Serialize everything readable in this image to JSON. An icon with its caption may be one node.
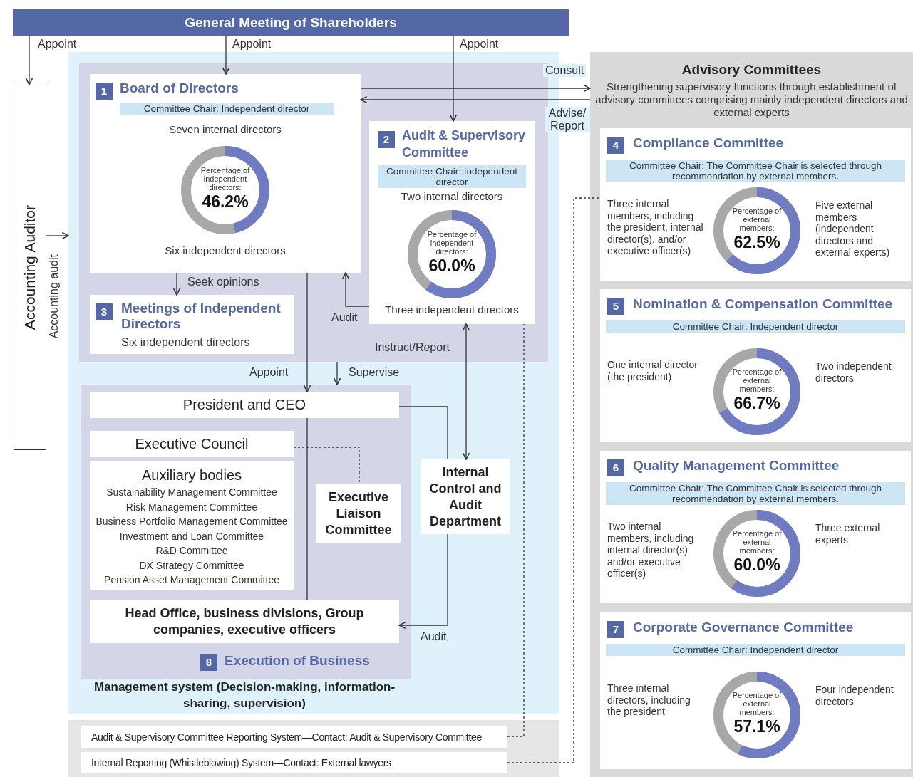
{
  "diagram": {
    "nodes": [
      {
        "text": [
          "General Meeting of Shareholders"
        ]
      },
      {
        "text": [
          "Accounting Auditor"
        ]
      },
      {
        "text": [
          "Management system (Decision-making, information-sharing, supervision)"
        ]
      },
      {
        "text": [],
        "shape": "box",
        "in": 2
      },
      {
        "text": [
          "1",
          "Board of Directors",
          "Committee Chair: Independent director",
          "Seven internal directors",
          "Percentage of independent directors:",
          "46.2%",
          "Six independent directors"
        ],
        "in": 3
      },
      {
        "text": [
          "2",
          "Audit & Supervisory Committee",
          "Committee Chair: Independent director",
          "Two internal directors",
          "Percentage of independent directors:",
          "60.0%",
          "Three independent directors"
        ],
        "in": 3
      },
      {
        "text": [
          "3",
          "Meetings of Independent Directors",
          "Six independent directors"
        ],
        "in": 3
      },
      {
        "text": [
          "8",
          "Execution of Business"
        ],
        "in": 2
      },
      {
        "text": [
          "President and CEO"
        ],
        "in": 7
      },
      {
        "text": [
          "Executive Council"
        ],
        "in": 7
      },
      {
        "text": [
          "Auxiliary bodies",
          "Sustainability Management Committee",
          "Risk Management Committee",
          "Business Portfolio Management Committee",
          "Investment and Loan Committee",
          "R&D Committee",
          "DX Strategy Committee",
          "Pension Asset Management Committee"
        ],
        "in": 7
      },
      {
        "text": [
          "Executive Liaison Committee"
        ],
        "in": 7
      },
      {
        "text": [
          "Head Office, business divisions, Group companies, executive officers"
        ],
        "in": 7
      },
      {
        "text": [
          "Internal Control and Audit Department"
        ],
        "in": 2
      },
      {
        "text": [
          "Advisory Committees",
          "Strengthening supervisory functions through establishment of advisory committees comprising mainly independent directors and external experts"
        ]
      },
      {
        "text": [
          "4",
          "Compliance Committee",
          "Committee Chair: The Committee Chair is selected through recommendation by external members.",
          "Three internal members, including the president, internal director(s), and/or executive officer(s)",
          "Percentage of external members:",
          "62.5%",
          "Five external members (independent directors and external experts)"
        ],
        "in": 14
      },
      {
        "text": [
          "5",
          "Nomination & Compensation Committee",
          "Committee Chair: Independent director",
          "One internal director (the president)",
          "Percentage of external members:",
          "66.7%",
          "Two independent directors"
        ],
        "in": 14
      },
      {
        "text": [
          "6",
          "Quality Management Committee",
          "Committee Chair: The Committee Chair is selected through recommendation by external members.",
          "Two internal members, including internal director(s) and/or executive officer(s)",
          "Percentage of external members:",
          "60.0%",
          "Three external experts"
        ],
        "in": 14
      },
      {
        "text": [
          "7",
          "Corporate Governance Committee",
          "Committee Chair: Independent director",
          "Three internal directors, including the president",
          "Percentage of external members:",
          "57.1%",
          "Four independent directors"
        ],
        "in": 14
      },
      {
        "text": [],
        "shape": "box"
      },
      {
        "text": [
          "Audit & Supervisory Committee Reporting System—Contact: Audit & Supervisory Committee"
        ],
        "in": 19
      },
      {
        "text": [
          "Internal Reporting (Whistleblowing) System—Contact: External lawyers"
        ],
        "in": 19
      }
    ],
    "edges": [
      {
        "from": 0,
        "to": 1,
        "arrow": "to",
        "label": "Appoint"
      },
      {
        "from": 0,
        "to": 4,
        "arrow": "to",
        "label": "Appoint"
      },
      {
        "from": 0,
        "to": 5,
        "arrow": "to",
        "label": "Appoint"
      },
      {
        "from": 4,
        "to": 14,
        "arrow": "to",
        "label": "Consult"
      },
      {
        "from": 14,
        "to": 4,
        "arrow": "to",
        "label": "Advise/ Report"
      },
      {
        "from": 1,
        "to": 2,
        "arrow": "to",
        "label": "Accounting audit"
      },
      {
        "from": 4,
        "to": 6,
        "arrow": "to",
        "label": "Seek opinions"
      },
      {
        "from": 4,
        "to": 8,
        "arrow": "to",
        "label": "Appoint"
      },
      {
        "from": 5,
        "to": 4,
        "arrow": "to",
        "label": "Audit"
      },
      {
        "from": 3,
        "to": 7,
        "arrow": "to",
        "label": "Supervise"
      },
      {
        "from": 5,
        "to": 13,
        "arrow": "both",
        "label": "Instruct/Report"
      },
      {
        "from": 8,
        "to": 13,
        "arrow": "none"
      },
      {
        "from": 13,
        "to": 12,
        "arrow": "to",
        "label": "Audit"
      },
      {
        "from": 8,
        "to": 12,
        "arrow": "none"
      },
      {
        "from": 9,
        "to": 11,
        "arrow": "none",
        "style": "dashed"
      },
      {
        "from": 20,
        "to": 5,
        "arrow": "none",
        "style": "dashed"
      },
      {
        "from": 21,
        "to": 15,
        "arrow": "none",
        "style": "dashed"
      }
    ]
  }
}
